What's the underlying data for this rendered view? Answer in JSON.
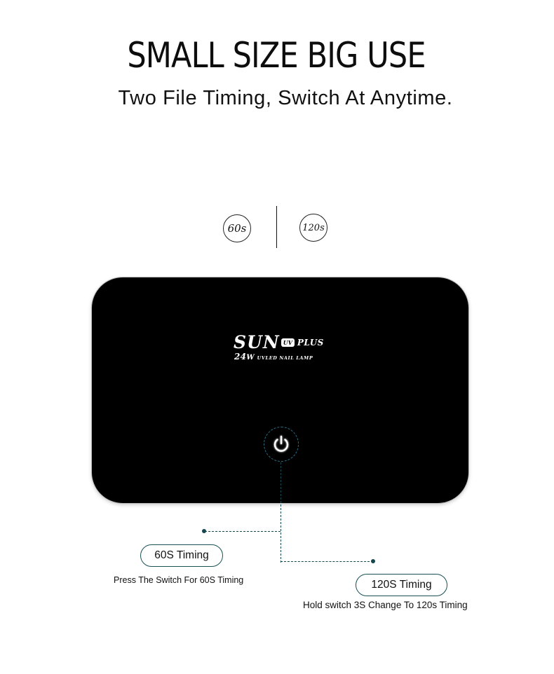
{
  "header": {
    "title": "SMALL SIZE BIG USE",
    "subtitle": "Two File Timing, Switch At Anytime."
  },
  "timer_badges": [
    "60s",
    "120s"
  ],
  "product": {
    "brand_name": "SUN",
    "brand_badge": "UV",
    "brand_suffix": "PLUS",
    "brand_wattage": "24",
    "brand_unit": "W",
    "brand_tagline": "UVLED NAIL LAMP",
    "button_icon": "power-icon"
  },
  "modes": [
    {
      "label": "60S Timing",
      "description": "Press The Switch For 60S Timing"
    },
    {
      "label": "120S Timing",
      "description": "Hold switch 3S Change To 120s Timing"
    }
  ],
  "colors": {
    "accent": "#1a5157",
    "button_ring": "#2b6f86",
    "lamp_body": "#000000"
  }
}
